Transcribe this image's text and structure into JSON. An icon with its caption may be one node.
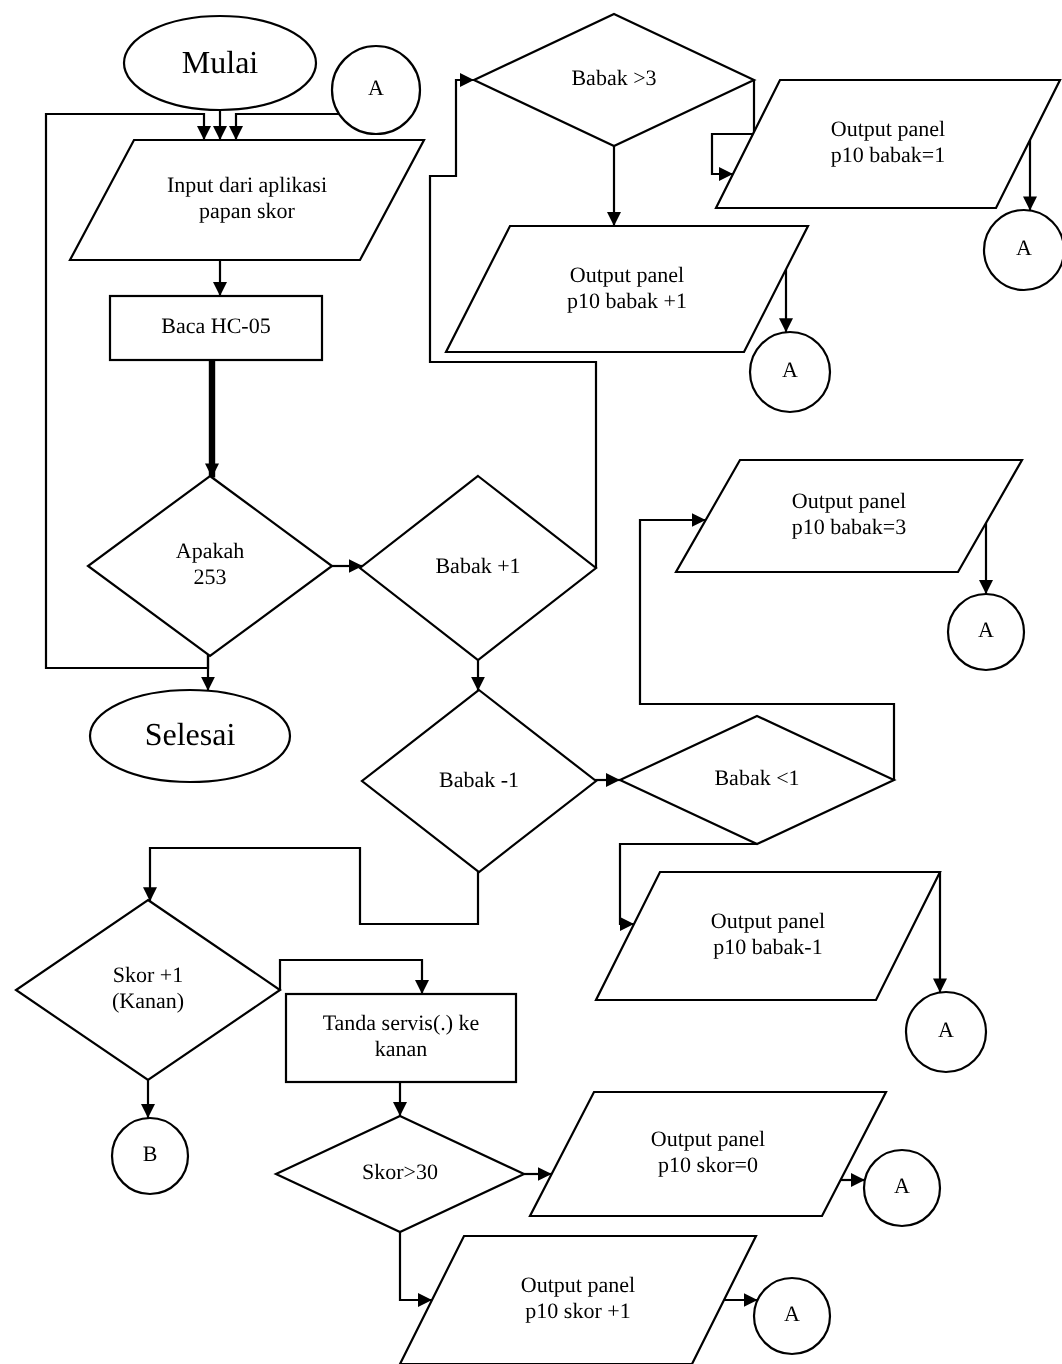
{
  "diagram": {
    "nodes": [
      {
        "text": [
          "Mulai"
        ]
      },
      {
        "text": [
          "A"
        ]
      },
      {
        "text": [
          "Input dari aplikasi papan skor"
        ]
      },
      {
        "text": [
          "Baca HC-05"
        ]
      },
      {
        "text": [
          "Apakah 253"
        ]
      },
      {
        "text": [
          "Babak +1"
        ]
      },
      {
        "text": [
          "Selesai"
        ]
      },
      {
        "text": [
          "Babak -1"
        ]
      },
      {
        "text": [
          "Babak <1"
        ]
      },
      {
        "text": [
          "Output panel p10 babak=3"
        ]
      },
      {
        "text": [
          "A"
        ]
      },
      {
        "text": [
          "Babak >3"
        ]
      },
      {
        "text": [
          "Output panel p10 babak=1"
        ]
      },
      {
        "text": [
          "A"
        ]
      },
      {
        "text": [
          "Output panel p10 babak +1"
        ]
      },
      {
        "text": [
          "A"
        ]
      },
      {
        "text": [
          "Output panel p10 babak-1"
        ]
      },
      {
        "text": [
          "A"
        ]
      },
      {
        "text": [
          "Skor +1 (Kanan)"
        ]
      },
      {
        "text": [
          "B"
        ]
      },
      {
        "text": [
          "Tanda servis(.) ke kanan"
        ]
      },
      {
        "text": [
          "Skor>30"
        ]
      },
      {
        "text": [
          "Output panel p10 skor=0"
        ]
      },
      {
        "text": [
          "A"
        ]
      },
      {
        "text": [
          "Output panel p10 skor +1"
        ]
      },
      {
        "text": [
          "A"
        ]
      }
    ],
    "edges": [
      {
        "from": 0,
        "to": 2,
        "arrow": "to"
      },
      {
        "from": 1,
        "to": 2,
        "arrow": "to"
      },
      {
        "from": 4,
        "to": 2,
        "arrow": "to"
      },
      {
        "from": 4,
        "to": 6,
        "arrow": "to"
      },
      {
        "from": 2,
        "to": 3,
        "arrow": "to"
      },
      {
        "from": 3,
        "to": 4,
        "arrow": "to",
        "style": "thick"
      },
      {
        "from": 4,
        "to": 5,
        "arrow": "to"
      },
      {
        "from": 5,
        "to": 11,
        "arrow": "to"
      },
      {
        "from": 11,
        "to": 14,
        "arrow": "to"
      },
      {
        "from": 11,
        "to": 12,
        "arrow": "to"
      },
      {
        "from": 12,
        "to": 13,
        "arrow": "to"
      },
      {
        "from": 14,
        "to": 15,
        "arrow": "to"
      },
      {
        "from": 5,
        "to": 7,
        "arrow": "to"
      },
      {
        "from": 7,
        "to": 8,
        "arrow": "to"
      },
      {
        "from": 8,
        "to": 9,
        "arrow": "to"
      },
      {
        "from": 9,
        "to": 10,
        "arrow": "to"
      },
      {
        "from": 8,
        "to": 16,
        "arrow": "to"
      },
      {
        "from": 16,
        "to": 17,
        "arrow": "to"
      },
      {
        "from": 7,
        "to": 18,
        "arrow": "to"
      },
      {
        "from": 18,
        "to": 20,
        "arrow": "to"
      },
      {
        "from": 18,
        "to": 19,
        "arrow": "to"
      },
      {
        "from": 20,
        "to": 21,
        "arrow": "to"
      },
      {
        "from": 21,
        "to": 22,
        "arrow": "to"
      },
      {
        "from": 22,
        "to": 23,
        "arrow": "to"
      },
      {
        "from": 21,
        "to": 24,
        "arrow": "to"
      },
      {
        "from": 24,
        "to": 25,
        "arrow": "to"
      }
    ]
  }
}
